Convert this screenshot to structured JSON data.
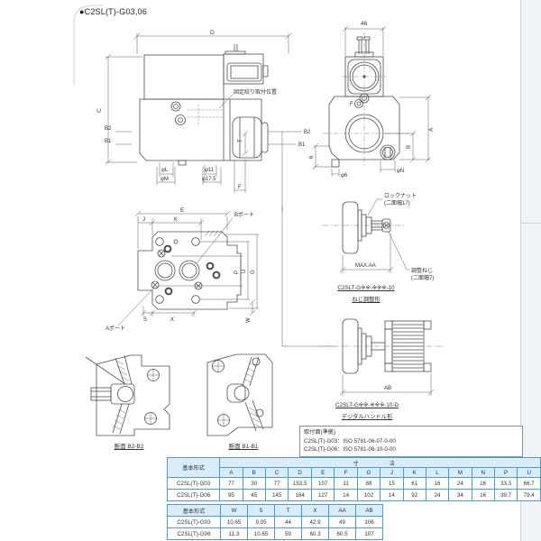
{
  "page_title": "●C2SL(T)-G03,06",
  "side_view": {
    "dim_d": "D",
    "dim_c": "C",
    "dim_b2_left": "B2",
    "dim_b1_left": "B1",
    "dim_b2_right": "B2",
    "dim_b1_right": "B1",
    "dim_t": "T",
    "dim_phi_l": "φL",
    "dim_phi_m": "φM",
    "dim_phi_11": "φ11",
    "dim_phi_17_5": "φ17.5",
    "dim_f": "F",
    "note": "固定絞り取付位置"
  },
  "front_view": {
    "dim_46": "46",
    "label_f": "F",
    "dim_a": "A",
    "dim_b": "B",
    "dim_6": "6",
    "dim_phi_6": "φ6",
    "dim_phi_n": "φN"
  },
  "bottom_view": {
    "dim_e": "E",
    "dim_j": "J",
    "dim_k": "K",
    "port_b": "Bポート",
    "port_a": "Aポート",
    "dim_p": "P",
    "dim_u": "U",
    "dim_g": "G",
    "dim_w": "W",
    "dim_s": "S",
    "dim_x": "X"
  },
  "screw_view": {
    "lock_nut_1": "ロックナット",
    "lock_nut_2": "(二面幅17)",
    "dim_max_aa": "MAX.AA",
    "adjust_1": "調整ねじ",
    "adjust_2": "(二面幅7)",
    "model": "C2SLT-G※※-※※※-10",
    "type_label": "ねじ調整形"
  },
  "digital_view": {
    "dim_ab": "AB",
    "model": "C2SLT-G※※-※※※-10-D",
    "type_label": "デジタルハンドル形"
  },
  "sections": {
    "b2_caption": "断面 B2-B2",
    "b1_caption": "断面 B1-B1"
  },
  "mounting_box": {
    "line1": "取付面(準拠)",
    "line2": "C2SL(T)-G03：ISO 5781-06-07-0-00",
    "line3": "C2SL(T)-G06：ISO 5781-08-10-0-00"
  },
  "table1": {
    "corner": "基本形式",
    "span_header": "寸　法",
    "cols": [
      "A",
      "B",
      "C",
      "D",
      "E",
      "F",
      "G",
      "J",
      "K",
      "L",
      "M",
      "N",
      "P",
      "U"
    ],
    "rows": [
      {
        "name": "C2SL(T)-G03",
        "values": [
          "77",
          "30",
          "77",
          "153.5",
          "107",
          "11",
          "88",
          "15",
          "61",
          "16",
          "24",
          "16",
          "33.3",
          "66.7"
        ]
      },
      {
        "name": "C2SL(T)-G06",
        "values": [
          "95",
          "45",
          "145",
          "164",
          "127",
          "14",
          "102",
          "14",
          "92",
          "24",
          "34",
          "16",
          "39.7",
          "79.4"
        ]
      }
    ]
  },
  "table2": {
    "corner": "基本形式",
    "cols": [
      "W",
      "S",
      "T",
      "X",
      "AA",
      "AB"
    ],
    "rows": [
      {
        "name": "C2SL(T)-G03",
        "values": [
          "10.65",
          "9.05",
          "44",
          "42.9",
          "49",
          "106"
        ]
      },
      {
        "name": "C2SL(T)-G06",
        "values": [
          "11.3",
          "10.65",
          "59",
          "60.3",
          "60.5",
          "107"
        ]
      }
    ]
  },
  "colors": {
    "table_border": "#4f9bc8",
    "table_header_bg": "#d9edf8",
    "drawing_line": "#4d4d4d"
  }
}
